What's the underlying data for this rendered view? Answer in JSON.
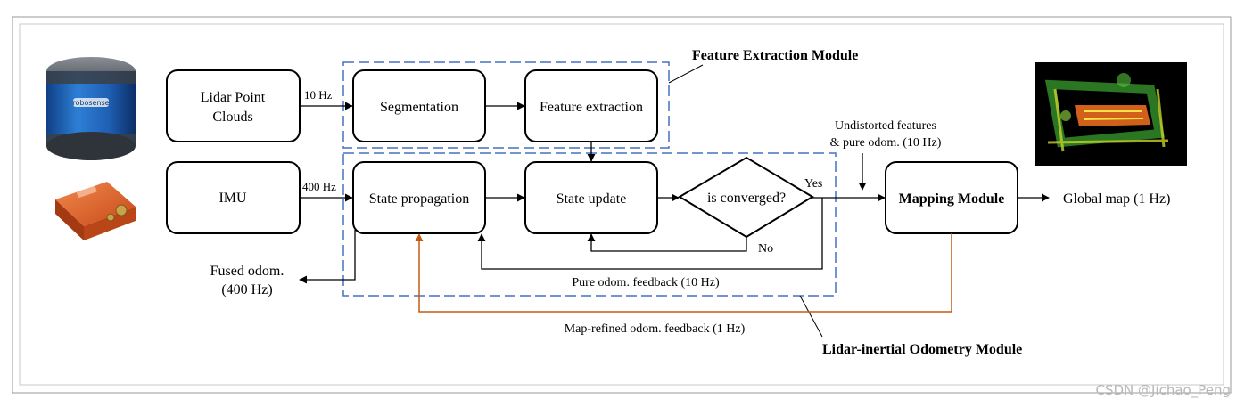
{
  "boxes": {
    "lidar_line1": "Lidar Point",
    "lidar_line2": "Clouds",
    "imu": "IMU",
    "segmentation": "Segmentation",
    "feature_extraction": "Feature extraction",
    "state_propagation": "State propagation",
    "state_update": "State update",
    "is_converged": "is converged?",
    "mapping": "Mapping Module"
  },
  "labels": {
    "lidar_rate": "10 Hz",
    "imu_rate": "400 Hz",
    "yes": "Yes",
    "no": "No",
    "undistorted_line1": "Undistorted features",
    "undistorted_line2": "& pure odom. (10 Hz)",
    "global_map": "Global map (1 Hz)",
    "fused_line1": "Fused odom.",
    "fused_line2": "(400 Hz)",
    "pure_feedback": "Pure odom. feedback (10 Hz)",
    "map_feedback": "Map-refined odom. feedback (1 Hz)"
  },
  "modules": {
    "feature_module": "Feature Extraction Module",
    "lio_module": "Lidar-inertial Odometry Module"
  },
  "devices": {
    "lidar_logo": "robosense"
  },
  "watermark": "CSDN @Jichao_Peng",
  "colors": {
    "module_border": "#4472c4",
    "map_feedback_line": "#c55a11",
    "lidar_body": "#1f5fb4",
    "imu_body": "#e0622a",
    "map_bg": "#000000"
  }
}
